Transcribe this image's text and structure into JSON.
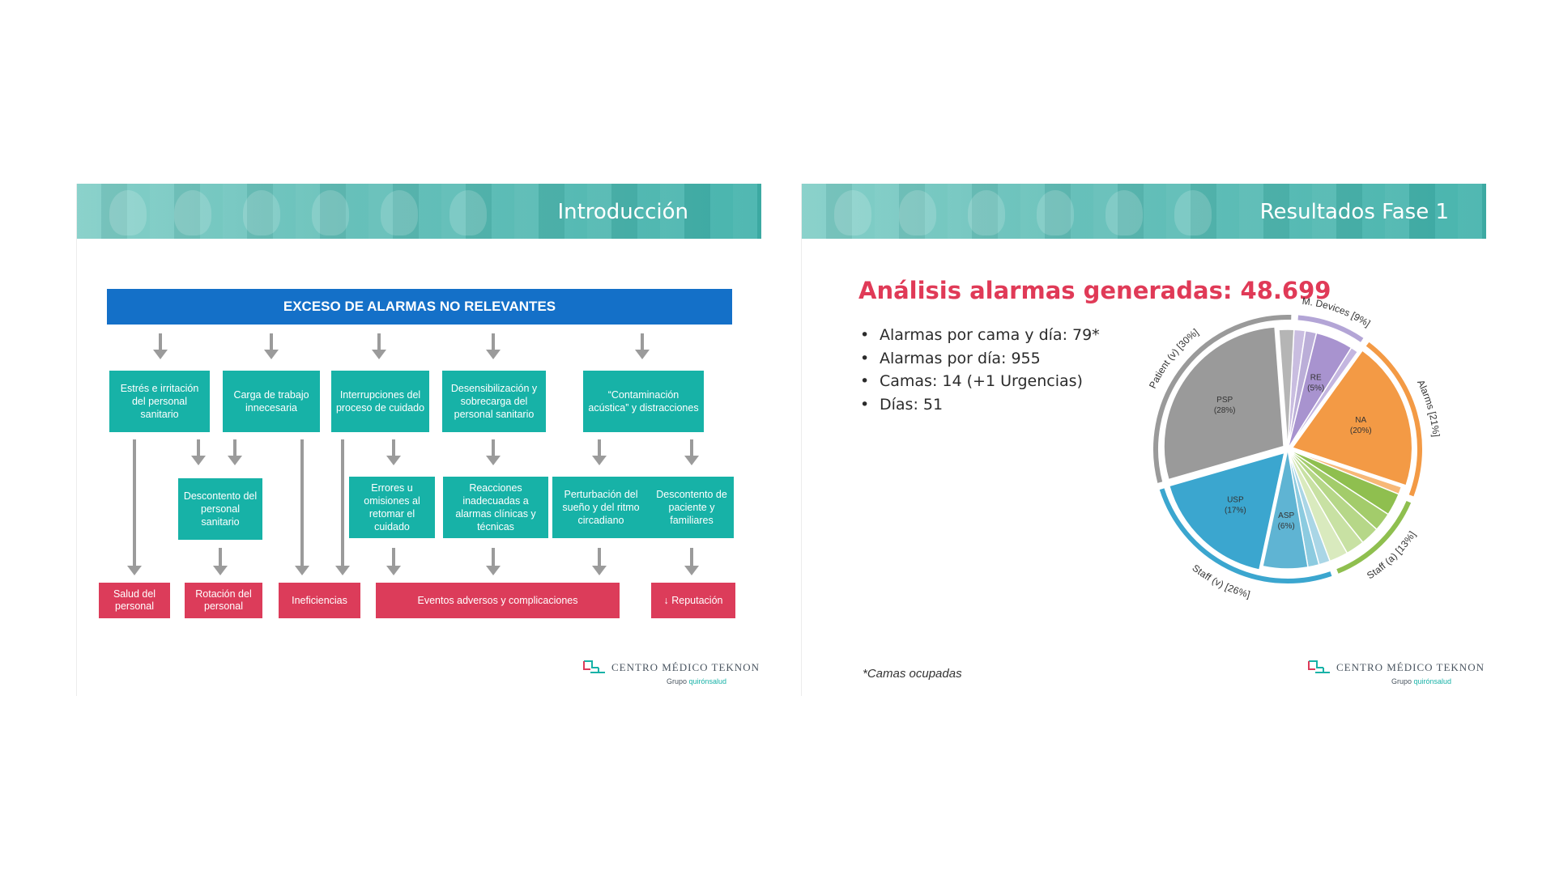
{
  "slide1": {
    "title": "Introducción",
    "header": "EXCESO DE ALARMAS NO RELEVANTES",
    "causes": [
      "Estrés e irritación del personal sanitario",
      "Carga de trabajo innecesaria",
      "Interrupciones del proceso de cuidado",
      "Desensibilización y sobrecarga del personal sanitario",
      "“Contaminación acústica” y distracciones"
    ],
    "middle": [
      "Descontento del personal sanitario",
      "Errores u omisiones al retomar el cuidado",
      "Reacciones inadecuadas a alarmas clínicas y técnicas",
      "Perturbación del sueño y del ritmo circadiano",
      "Descontento de paciente y familiares"
    ],
    "outcomes": [
      "Salud del personal",
      "Rotación del personal",
      "Ineficiencias",
      "Eventos adversos y complicaciones",
      "↓ Reputación"
    ]
  },
  "slide2": {
    "title": "Resultados Fase 1",
    "heading": "Análisis alarmas generadas: 48.699",
    "bullets": [
      "Alarmas por cama y día: 79*",
      "Alarmas por día: 955",
      "Camas: 14 (+1 Urgencias)",
      "Días: 51"
    ],
    "footnote": "*Camas ocupadas"
  },
  "logo": {
    "name": "CENTRO MÉDICO TEKNON",
    "grupo_prefix": "Grupo",
    "grupo_brand": "quirónsalud"
  },
  "colors": {
    "banner": "#5fbdb6",
    "header_blue": "#1470c8",
    "teal_box": "#17b2a7",
    "red_box": "#dc3c5a",
    "accent_red": "#e03a57"
  },
  "chart_data": {
    "type": "pie",
    "slices": [
      {
        "label": "PSP",
        "pct_label": "(28%)",
        "value": 28,
        "group": "Patient (v)",
        "color": "#9a9a9a"
      },
      {
        "label": "",
        "value": 2,
        "group": "Patient (v)",
        "color": "#b5b5b5"
      },
      {
        "label": "",
        "value": 1.5,
        "group": "M. Devices",
        "color": "#c9bde0"
      },
      {
        "label": "",
        "value": 1.5,
        "group": "M. Devices",
        "color": "#bbaed8"
      },
      {
        "label": "RE",
        "pct_label": "(5%)",
        "value": 5,
        "group": "M. Devices",
        "color": "#a893cf"
      },
      {
        "label": "",
        "value": 1,
        "group": "M. Devices",
        "color": "#c4b6e0"
      },
      {
        "label": "NA",
        "pct_label": "(20%)",
        "value": 20,
        "group": "Alarms",
        "color": "#f39a45"
      },
      {
        "label": "",
        "value": 1,
        "group": "Alarms",
        "color": "#f7b877"
      },
      {
        "label": "",
        "value": 3,
        "group": "Staff (a)",
        "color": "#8fbf4f"
      },
      {
        "label": "",
        "value": 2.5,
        "group": "Staff (a)",
        "color": "#a3cc6b"
      },
      {
        "label": "",
        "value": 2.5,
        "group": "Staff (a)",
        "color": "#b6d788"
      },
      {
        "label": "",
        "value": 2.5,
        "group": "Staff (a)",
        "color": "#c8e1a3"
      },
      {
        "label": "",
        "value": 2.5,
        "group": "Staff (a)",
        "color": "#d9eabe"
      },
      {
        "label": "",
        "value": 1.5,
        "group": "Staff (v)",
        "color": "#aad6e6"
      },
      {
        "label": "",
        "value": 1.5,
        "group": "Staff (v)",
        "color": "#8ccbe0"
      },
      {
        "label": "ASP",
        "pct_label": "(6%)",
        "value": 6,
        "group": "Staff (v)",
        "color": "#5fb4d3"
      },
      {
        "label": "USP",
        "pct_label": "(17%)",
        "value": 17,
        "group": "Staff (v)",
        "color": "#3ba6cf"
      }
    ],
    "groups": [
      {
        "name": "Patient (v) [30%]",
        "color": "#9a9a9a"
      },
      {
        "name": "M. Devices [9%]",
        "color": "#b3a5d6"
      },
      {
        "name": "Alarms [21%]",
        "color": "#f39a45"
      },
      {
        "name": "Staff (a) [13%]",
        "color": "#8fbf4f"
      },
      {
        "name": "Staff (v) [26%]",
        "color": "#3ba6cf"
      }
    ]
  }
}
